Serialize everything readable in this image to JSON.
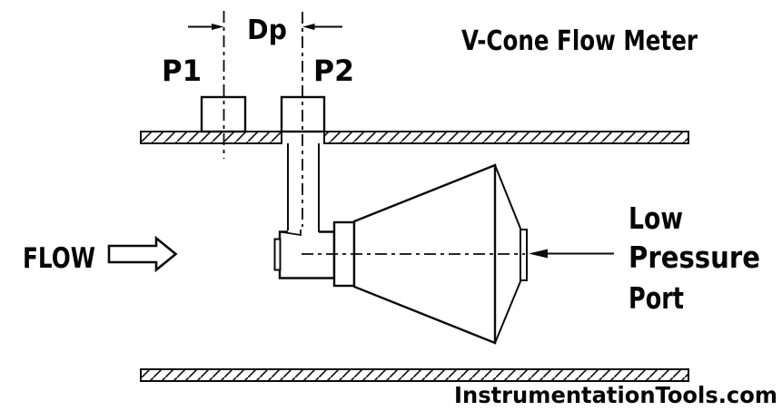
{
  "diagram": {
    "title": "V-Cone Flow Meter",
    "watermark": "InstrumentationTools.com",
    "labels": {
      "flow": "FLOW",
      "p1": "P1",
      "p2": "P2",
      "dp": "Dp",
      "low_pressure_port_line1": "Low",
      "low_pressure_port_line2": "Pressure",
      "low_pressure_port_line3": "Port"
    },
    "colors": {
      "line": "#0a0a0a",
      "text": "#060606",
      "watermark_red": "#ee0f14",
      "background": "#ffffff"
    }
  }
}
